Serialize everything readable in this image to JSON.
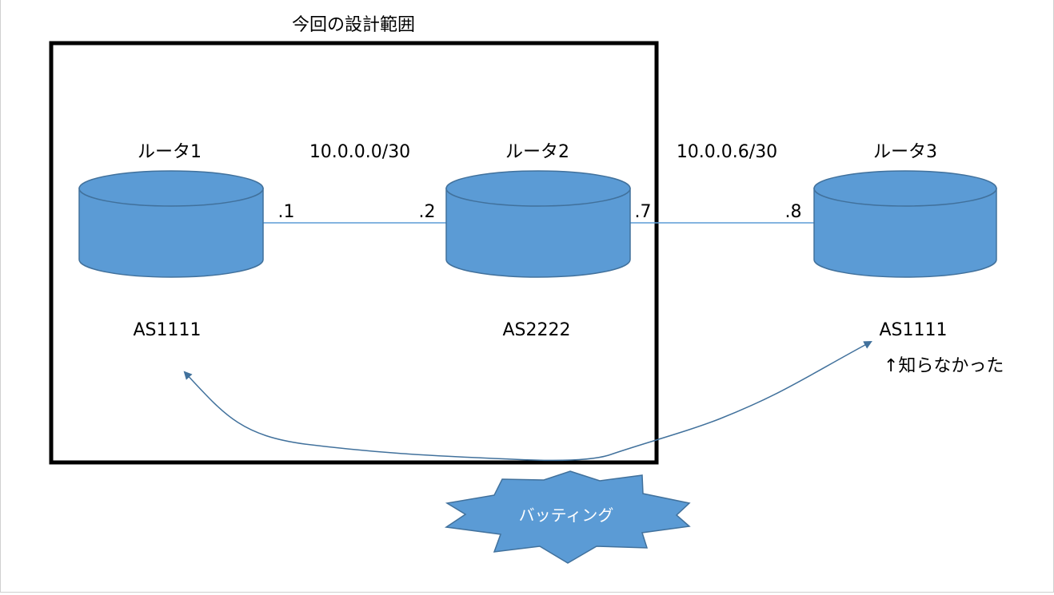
{
  "scope_label": "今回の設計範囲",
  "routers": [
    {
      "name": "ルータ1",
      "as": "AS1111"
    },
    {
      "name": "ルータ2",
      "as": "AS2222"
    },
    {
      "name": "ルータ3",
      "as": "AS1111"
    }
  ],
  "links": [
    {
      "subnet": "10.0.0.0/30",
      "left_ip": ".1",
      "right_ip": ".2"
    },
    {
      "subnet": "10.0.0.6/30",
      "left_ip": ".7",
      "right_ip": ".8"
    }
  ],
  "note": "↑知らなかった",
  "conflict_label": "バッティング",
  "colors": {
    "router_fill": "#5b9bd5",
    "router_stroke": "#41719c",
    "link_line": "#5b9bd5",
    "arrow": "#41719c",
    "frame": "#000000",
    "burst_fill": "#5b9bd5"
  }
}
